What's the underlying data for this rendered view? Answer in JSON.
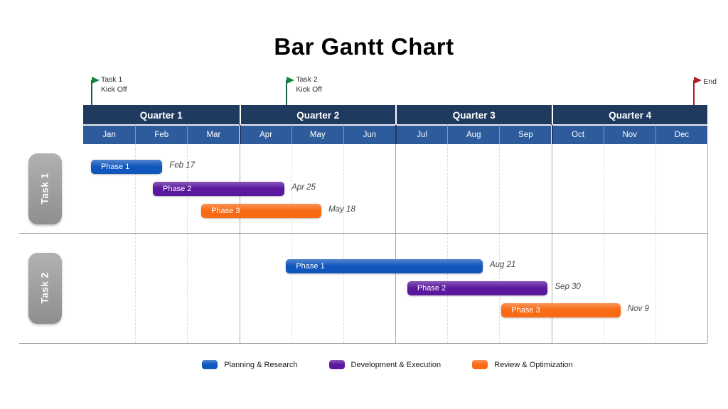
{
  "title": "Bar Gantt Chart",
  "colors": {
    "quarter_header_bg": "#1F3A5E",
    "month_header_bg": "#2E5B9B",
    "planning": "#1057BD",
    "development": "#5A189E",
    "review": "#F96A14",
    "task_label_bg": "#9B9B9B",
    "grid_dashed": "#DCDCDC",
    "grid_solid": "#ABABAB",
    "kickoff_flag_green": "#12853C",
    "kickoff_stem_green": "#1F5B4E",
    "end_flag_red": "#AD1F24"
  },
  "legend": [
    {
      "label": "Planning & Research",
      "category": "planning"
    },
    {
      "label": "Development & Execution",
      "category": "development"
    },
    {
      "label": "Review & Optimization",
      "category": "review"
    }
  ],
  "chart_data": {
    "type": "gantt",
    "title": "Bar Gantt Chart",
    "x_axis": {
      "unit": "months",
      "quarters": [
        "Quarter 1",
        "Quarter 2",
        "Quarter 3",
        "Quarter 4"
      ],
      "months": [
        "Jan",
        "Feb",
        "Mar",
        "Apr",
        "May",
        "Jun",
        "Jul",
        "Aug",
        "Sep",
        "Oct",
        "Nov",
        "Dec"
      ]
    },
    "milestones": [
      {
        "name": "task1-kickoff",
        "lines": [
          "Task 1",
          "Kick Off"
        ],
        "month": 0.15,
        "flag_color": "#12853C",
        "stem_color": "#1F5B4E"
      },
      {
        "name": "task2-kickoff",
        "lines": [
          "Task 2",
          "Kick Off"
        ],
        "month": 3.9,
        "flag_color": "#12853C",
        "stem_color": "#1F5B4E"
      },
      {
        "name": "end",
        "lines": [
          "End"
        ],
        "month": 11.73,
        "flag_color": "#AD1F24",
        "stem_color": "#AD1F24"
      }
    ],
    "tasks": [
      {
        "name": "Task 1",
        "phases": [
          {
            "label": "Phase 1",
            "category": "planning",
            "start_month": 0.15,
            "end_month": 1.52,
            "end_date_label": "Feb 17"
          },
          {
            "label": "Phase 2",
            "category": "development",
            "start_month": 1.34,
            "end_month": 3.87,
            "end_date_label": "Apr 25"
          },
          {
            "label": "Phase 3",
            "category": "review",
            "start_month": 2.27,
            "end_month": 4.58,
            "end_date_label": "May 18"
          }
        ]
      },
      {
        "name": "Task 2",
        "phases": [
          {
            "label": "Phase 1",
            "category": "planning",
            "start_month": 3.9,
            "end_month": 7.68,
            "end_date_label": "Aug 21"
          },
          {
            "label": "Phase 2",
            "category": "development",
            "start_month": 6.23,
            "end_month": 8.93,
            "end_date_label": "Sep 30"
          },
          {
            "label": "Phase 3",
            "category": "review",
            "start_month": 8.04,
            "end_month": 10.33,
            "end_date_label": "Nov 9"
          }
        ]
      }
    ]
  }
}
